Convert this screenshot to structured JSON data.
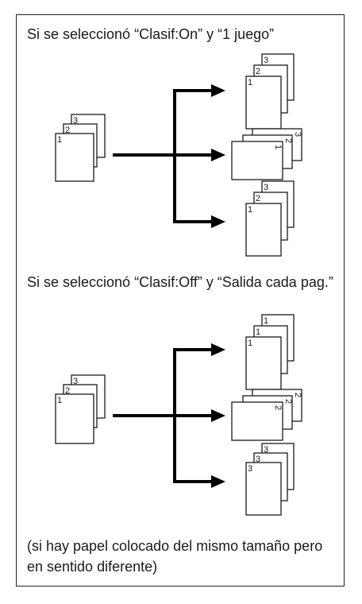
{
  "captions": {
    "sort_on": "Si se seleccionó “Clasif:On” y “1 juego”",
    "sort_off": "Si se seleccionó “Clasif:Off” y “Salida cada pag.”",
    "note": "(si hay papel colocado del mismo tamaño pero en sentido diferente)"
  },
  "diagram_on": {
    "source": [
      "3",
      "2",
      "1"
    ],
    "top_output": [
      "3",
      "2",
      "1"
    ],
    "middle_output": [
      "3",
      "2",
      "1"
    ],
    "bottom_output": [
      "3",
      "2",
      "1"
    ]
  },
  "diagram_off": {
    "source": [
      "3",
      "2",
      "1"
    ],
    "top_output": [
      "1",
      "1",
      "1"
    ],
    "middle_output": [
      "2",
      "2",
      "2"
    ],
    "bottom_output": [
      "3",
      "3",
      "3"
    ]
  }
}
